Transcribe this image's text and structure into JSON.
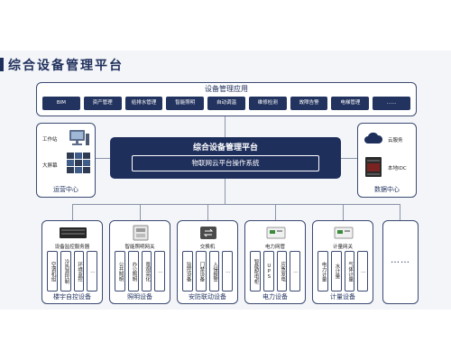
{
  "header": {
    "title": "综合设备管理平台"
  },
  "app_layer": {
    "title": "设备管理应用",
    "items": [
      "BIM",
      "资产管理",
      "给排水管理",
      "智能照明",
      "自动调温",
      "维修检测",
      "故障告警",
      "电梯管理",
      "……"
    ]
  },
  "operations_center": {
    "workstation": "工作站",
    "big_screen": "大屏幕",
    "caption": "运营中心"
  },
  "data_center": {
    "cloud": "云服务",
    "idc": "本地IDC",
    "caption": "数据中心"
  },
  "core": {
    "title": "综合设备管理平台",
    "subtitle": "物联网云平台操作系统"
  },
  "subsystems": [
    {
      "device": "设备监控服务器",
      "items": [
        "空调机组",
        "冷热源控制",
        "环境监控",
        "…"
      ],
      "caption": "楼宇自控设备"
    },
    {
      "device": "智能照明网关",
      "items": [
        "公共照明",
        "办公照明",
        "景观亮化",
        "…"
      ],
      "caption": "照明设备"
    },
    {
      "device": "交换机",
      "items": [
        "监控设备",
        "门禁设备",
        "入侵报警",
        "…"
      ],
      "caption": "安防联动设备"
    },
    {
      "device": "电力网管",
      "items": [
        "智能配电柜",
        "UPS",
        "应急发电",
        "…"
      ],
      "caption": "电力设备"
    },
    {
      "device": "计量网关",
      "items": [
        "电力计量",
        "水计量",
        "气体计量",
        "…"
      ],
      "caption": "计量设备"
    }
  ],
  "more": {
    "text": "……"
  },
  "colors": {
    "navy": "#1f2f5c",
    "border": "#3b4a72"
  }
}
